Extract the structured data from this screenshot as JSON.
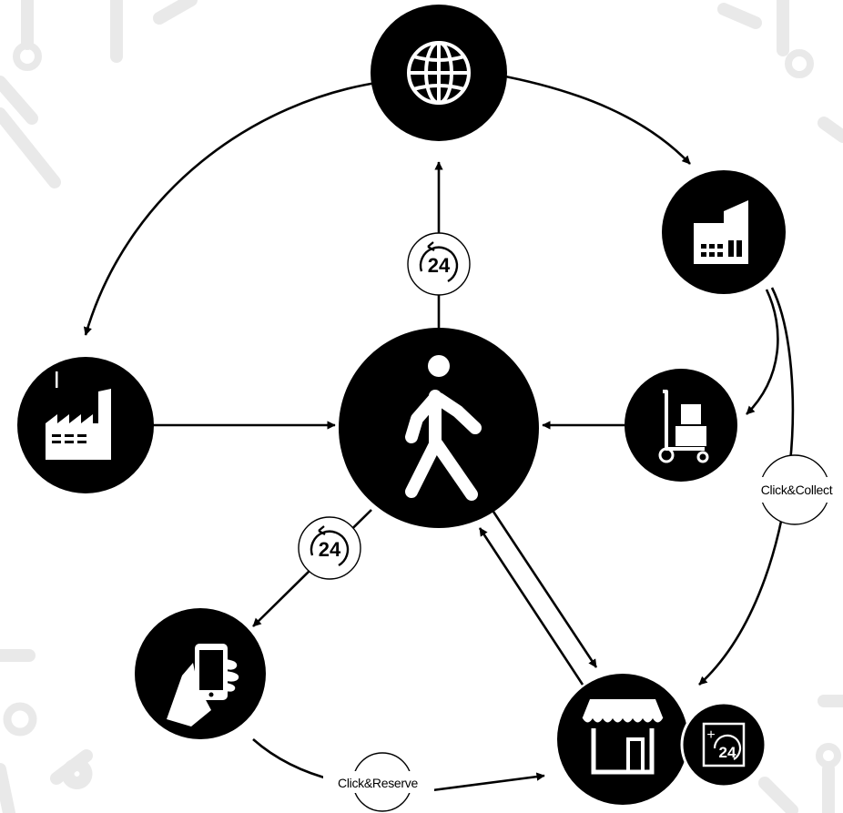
{
  "diagram": {
    "nodes": {
      "web": {
        "icon": "globe-icon"
      },
      "warehouse": {
        "icon": "warehouse-icon"
      },
      "factory": {
        "icon": "factory-icon"
      },
      "customer": {
        "icon": "walking-person-icon"
      },
      "delivery": {
        "icon": "hand-truck-icon"
      },
      "mobile": {
        "icon": "hand-smartphone-icon"
      },
      "store": {
        "icon": "storefront-icon"
      },
      "store_badge": {
        "icon": "calendar-plus-24-icon",
        "prefix": "+",
        "number": "24"
      }
    },
    "badges": {
      "top": {
        "icon": "clock-24-icon",
        "number": "24"
      },
      "left": {
        "icon": "clock-24-icon",
        "number": "24"
      }
    },
    "labels": {
      "click_collect": "Click&Collect",
      "click_reserve": "Click&Reserve"
    }
  },
  "colors": {
    "node_fill": "#000000",
    "icon_fill": "#ffffff",
    "background": "#ffffff",
    "decor": "#e9e9e9"
  }
}
